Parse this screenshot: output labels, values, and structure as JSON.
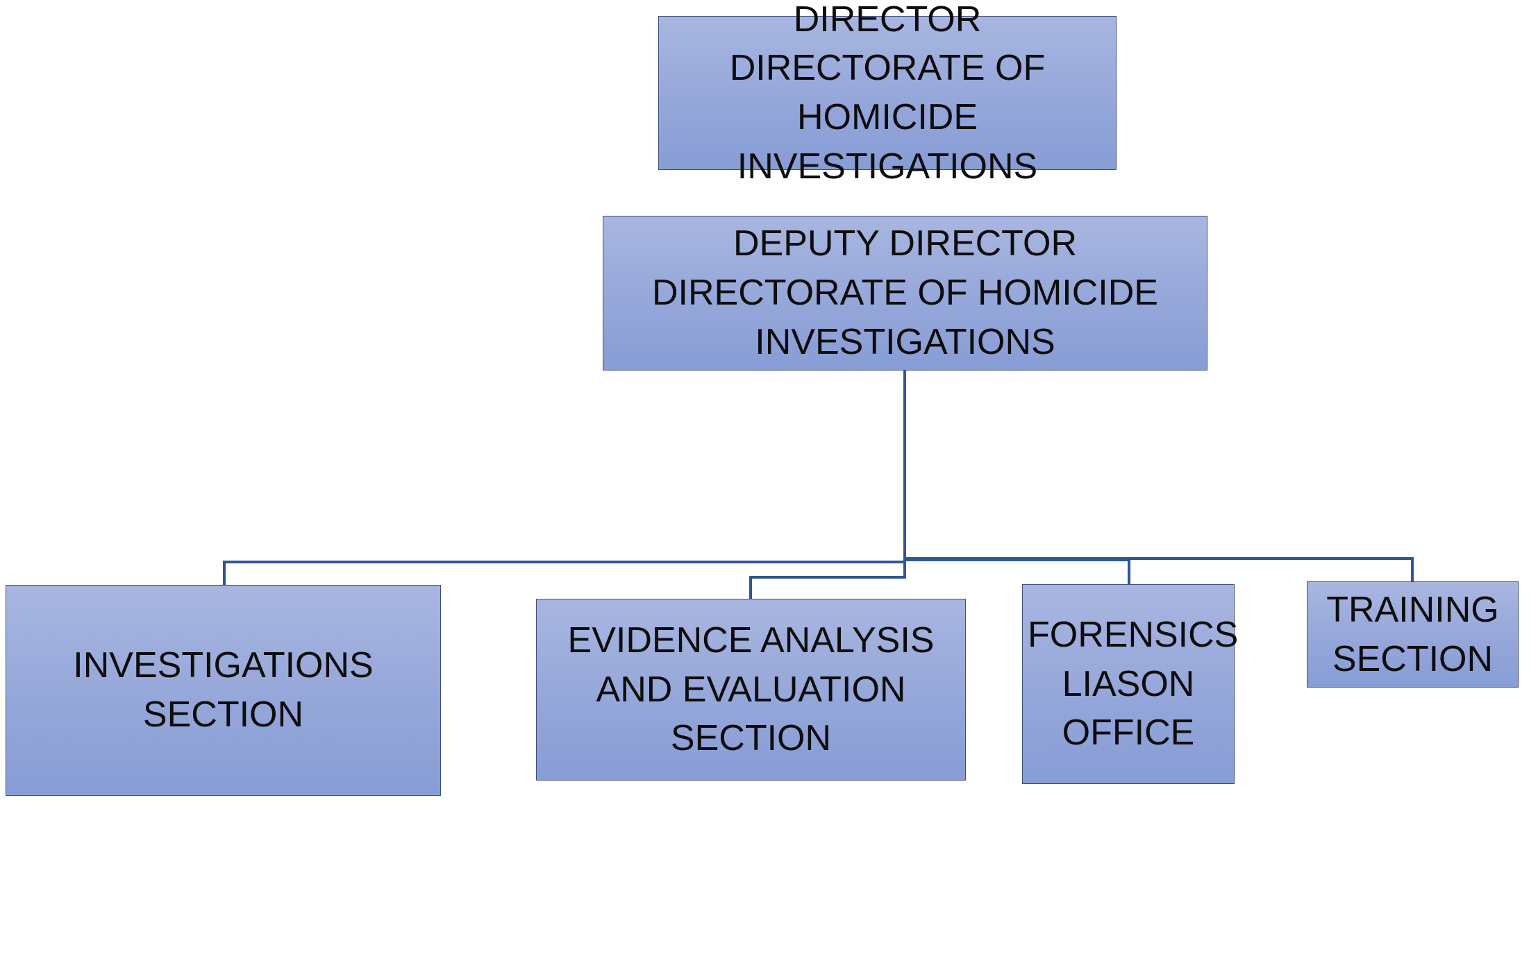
{
  "org_chart": {
    "director": {
      "label": "DIRECTOR DIRECTORATE OF HOMICIDE INVESTIGATIONS"
    },
    "deputy": {
      "label": "DEPUTY DIRECTOR DIRECTORATE OF HOMICIDE INVESTIGATIONS"
    },
    "sections": [
      {
        "label": "INVESTIGATIONS SECTION"
      },
      {
        "label": "EVIDENCE ANALYSIS AND EVALUATION SECTION"
      },
      {
        "label": "FORENSICS LIASON OFFICE"
      },
      {
        "label": "TRAINING SECTION"
      }
    ]
  },
  "colors": {
    "box_fill_top": "#a8b6e0",
    "box_fill_bottom": "#879dd6",
    "box_border": "#3f4f7a",
    "connector": "#2f5597",
    "text": "#0d0d0d"
  }
}
